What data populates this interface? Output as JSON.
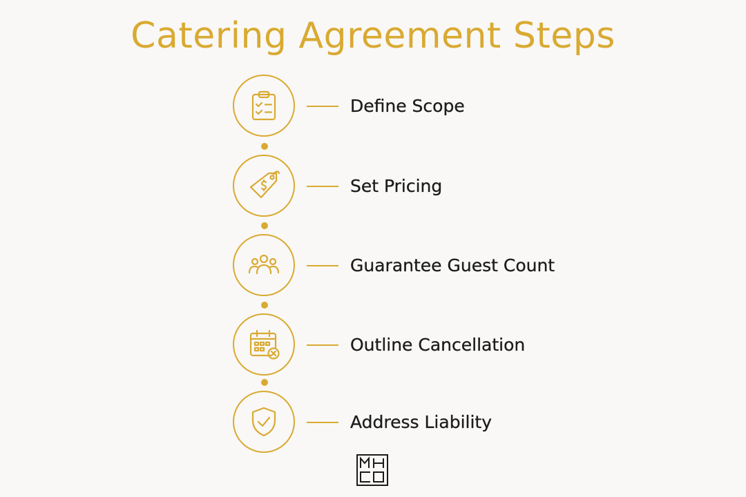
{
  "title": "Catering Agreement Steps",
  "colors": {
    "accent": "#d9aa32",
    "text": "#1c1c1c",
    "background": "#f9f8f6"
  },
  "steps": [
    {
      "label": "Define Scope",
      "icon": "clipboard-checklist-icon"
    },
    {
      "label": "Set Pricing",
      "icon": "dollar-price-tag-icon"
    },
    {
      "label": "Guarantee Guest Count",
      "icon": "people-group-icon"
    },
    {
      "label": "Outline Cancellation",
      "icon": "calendar-cancel-icon"
    },
    {
      "label": "Address Liability",
      "icon": "shield-check-icon"
    }
  ],
  "logo": {
    "text": "MHCO",
    "icon": "mhco-logo-icon"
  }
}
